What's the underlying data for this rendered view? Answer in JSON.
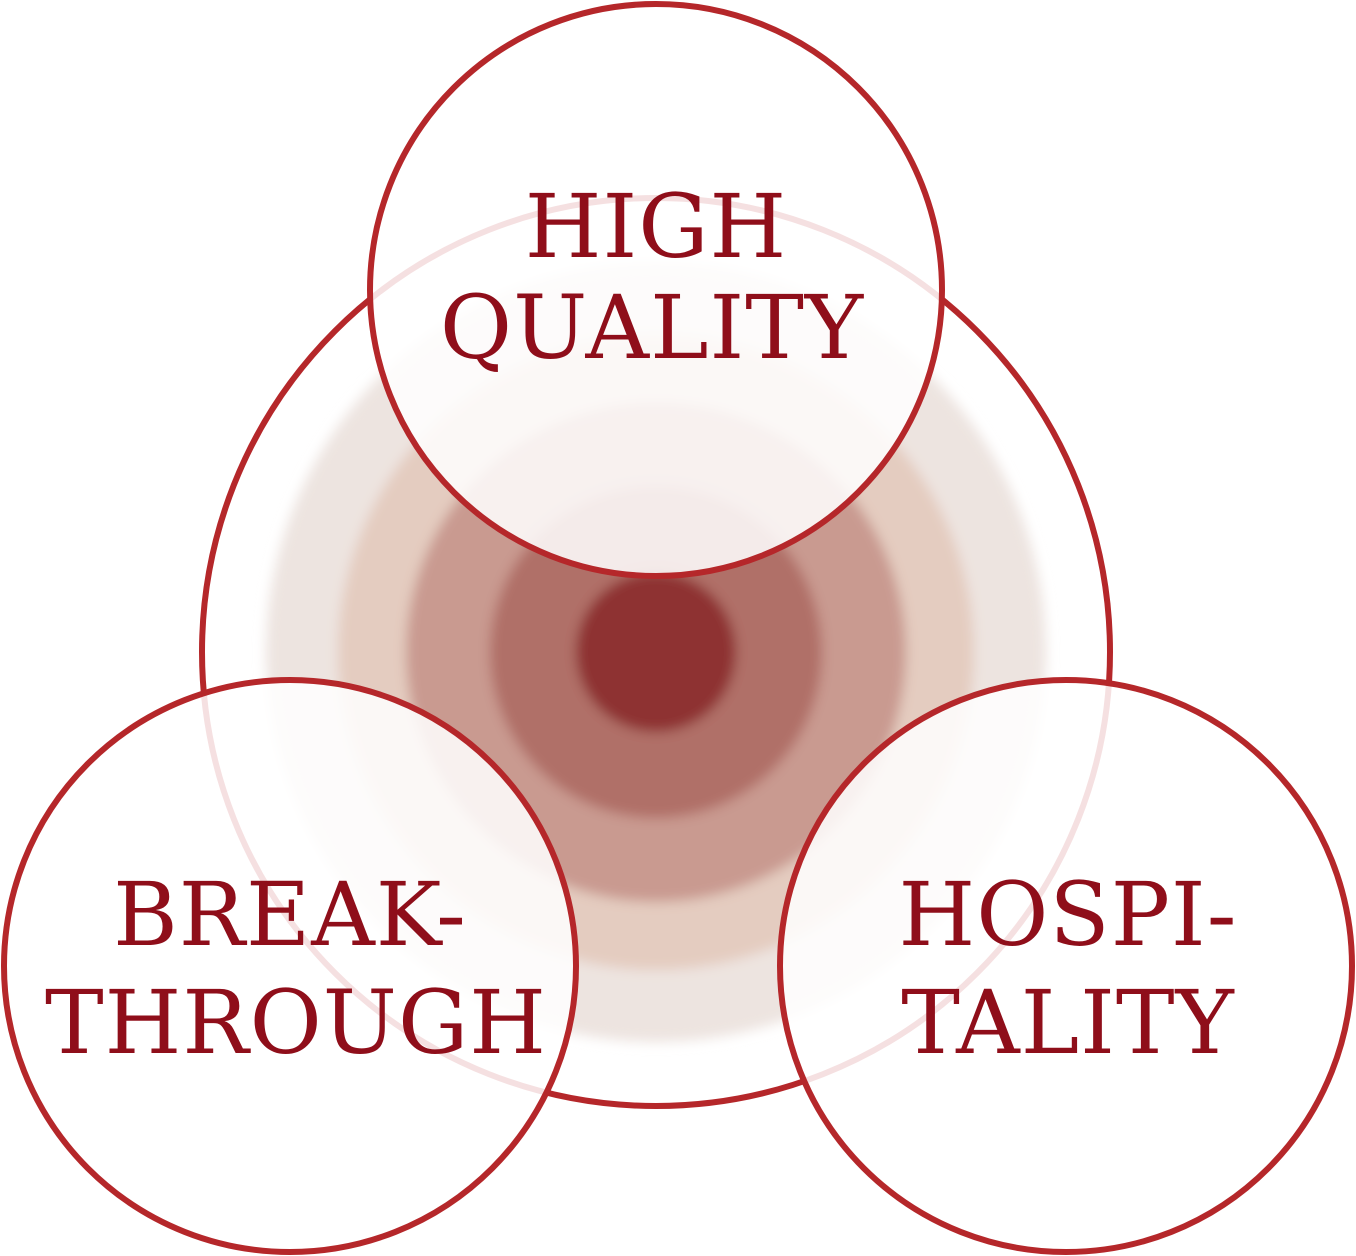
{
  "diagram": {
    "colors": {
      "stroke": "#b5272a",
      "text": "#8f0e1a",
      "rings": [
        "#ede4e0",
        "#e4ccc0",
        "#c99a90",
        "#b07068",
        "#8e3230"
      ]
    },
    "circles": [
      {
        "id": "high-quality",
        "lines": [
          "HIGH",
          "QUALITY"
        ]
      },
      {
        "id": "breakthrough",
        "lines": [
          "BREAK-",
          "THROUGH"
        ]
      },
      {
        "id": "hospitality",
        "lines": [
          "HOSPI-",
          "TALITY"
        ]
      }
    ]
  }
}
